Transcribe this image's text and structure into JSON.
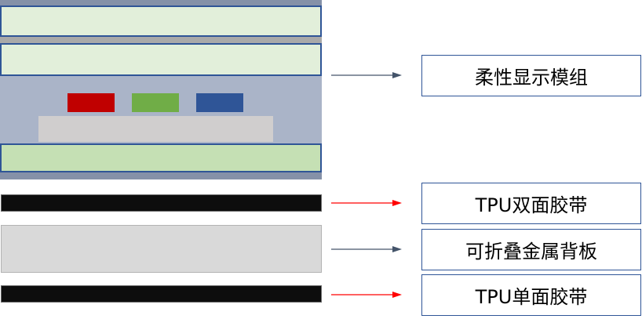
{
  "labels": {
    "module": "柔性显示模组",
    "double_tape": "TPU双面胶带",
    "backplate": "可折叠金属背板",
    "single_tape": "TPU单面胶带"
  },
  "colors": {
    "pixel_red": "#c00000",
    "pixel_green": "#70ad47",
    "pixel_blue": "#2f5597",
    "arrow_dark": "#44546a",
    "arrow_red": "#ff0000",
    "box_border": "#2f5597"
  }
}
